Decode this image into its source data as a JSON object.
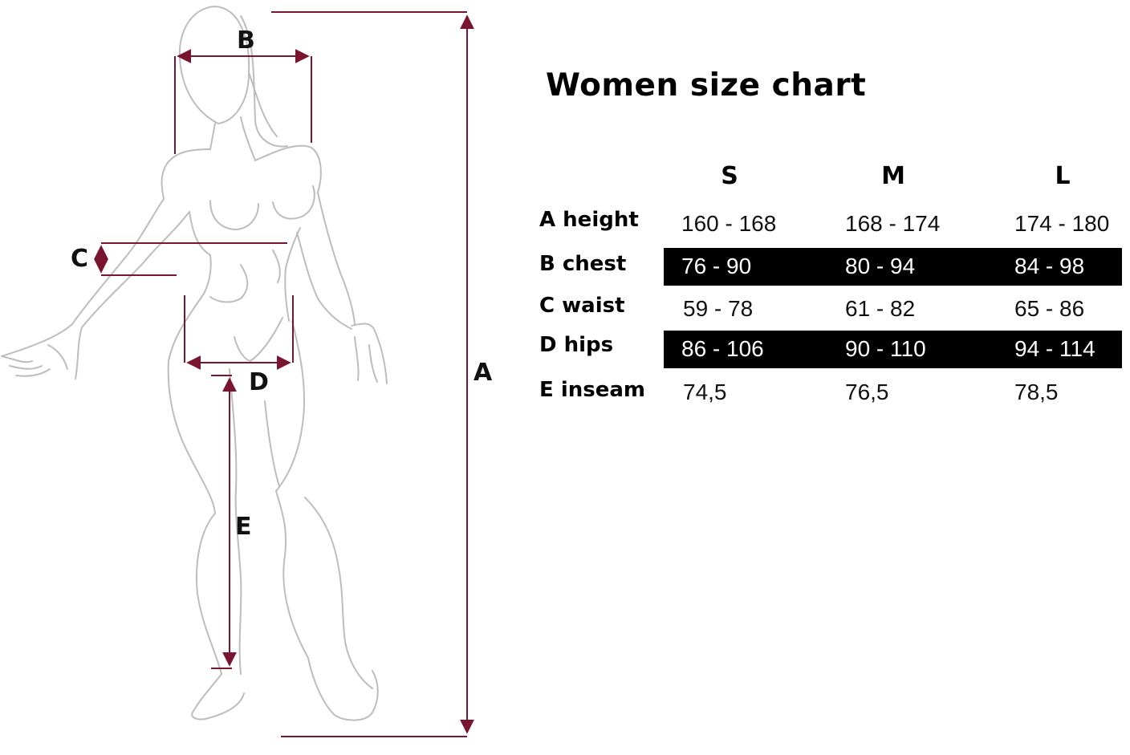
{
  "title": "Women size chart",
  "measure_labels": {
    "A": "A",
    "B": "B",
    "C": "C",
    "D": "D",
    "E": "E"
  },
  "sizes": [
    "S",
    "M",
    "L"
  ],
  "rows": [
    {
      "label": "A height",
      "values": [
        "160 - 168",
        "168 - 174",
        "174 - 180"
      ],
      "highlighted": false
    },
    {
      "label": "B chest",
      "values": [
        "76 - 90",
        "80 - 94",
        "84 - 98"
      ],
      "highlighted": true
    },
    {
      "label": "C waist",
      "values": [
        "59 - 78",
        "61 - 82",
        "65 - 86"
      ],
      "highlighted": false
    },
    {
      "label": "D hips",
      "values": [
        "86 - 106",
        "90 - 110",
        "94 - 114"
      ],
      "highlighted": true
    },
    {
      "label": "E inseam",
      "values": [
        "74,5",
        "76,5",
        "78,5"
      ],
      "highlighted": false
    }
  ],
  "colors": {
    "accent": "#7a1530",
    "sketch": "#b8b8b8",
    "band": "#000000",
    "text": "#111111"
  }
}
